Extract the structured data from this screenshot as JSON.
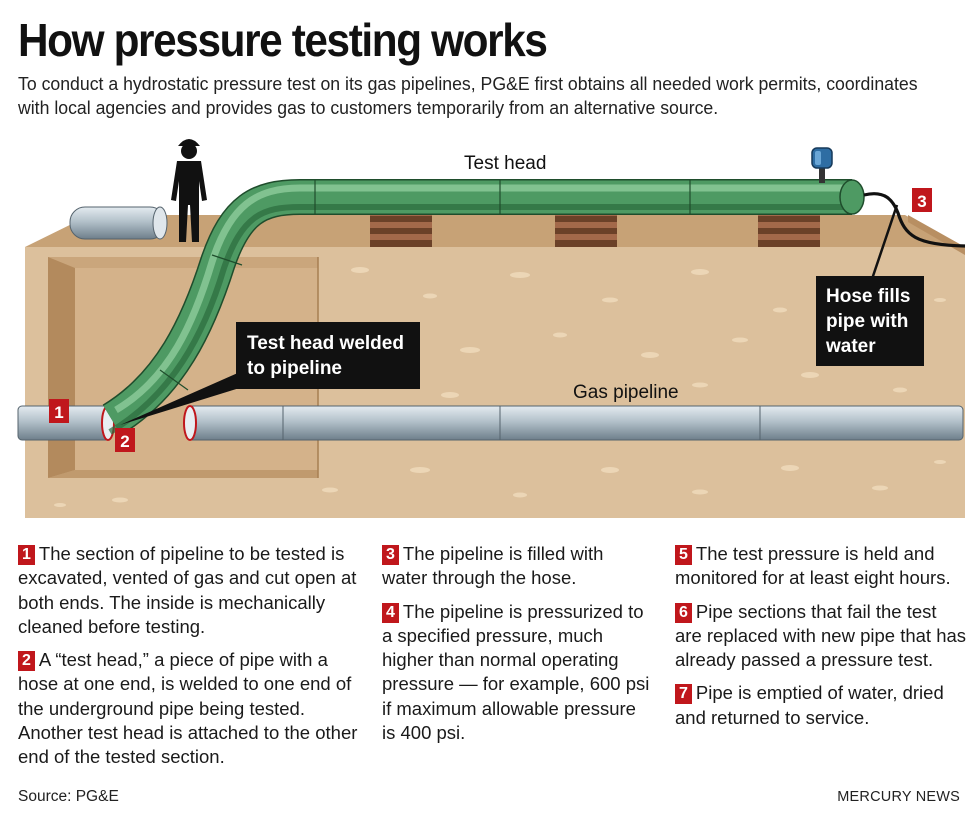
{
  "title": "How pressure testing works",
  "subtitle": "To conduct a hydrostatic pressure test on its gas pipelines, PG&E first obtains all needed work permits, coordinates with local agencies and provides gas to customers temporarily from an alternative source.",
  "diagram": {
    "labels": {
      "test_head": "Test head",
      "gas_pipeline": "Gas pipeline",
      "callout_weld_line1": "Test head welded",
      "callout_weld_line2": "to pipeline",
      "callout_hose_line1": "Hose fills",
      "callout_hose_line2": "pipe with",
      "callout_hose_line3": "water"
    },
    "markers": {
      "m1": "1",
      "m2": "2",
      "m3": "3"
    },
    "colors": {
      "accent_red": "#c0171c",
      "dirt": "#dcc09c",
      "pipe_green": "#4e9a63",
      "pipe_steel": "#a4b4bf"
    }
  },
  "steps": [
    {
      "num": "1",
      "text": "The section of pipeline to be tested is excavated, vented of gas and cut open at both ends. The inside is mechanically cleaned before testing."
    },
    {
      "num": "2",
      "text": "A “test head,” a piece of pipe with a hose at one end, is welded to one end of the underground pipe being tested. Another test head is attached to the other end of the tested section."
    },
    {
      "num": "3",
      "text": "The pipeline is filled with water through the hose."
    },
    {
      "num": "4",
      "text": "The pipeline is pressurized to a specified pressure, much higher than normal operating pressure — for example, 600 psi if maximum allowable pressure is 400 psi."
    },
    {
      "num": "5",
      "text": "The test pressure is held and monitored for at least eight hours."
    },
    {
      "num": "6",
      "text": "Pipe sections that fail the test are replaced with new pipe that has already passed a pressure test."
    },
    {
      "num": "7",
      "text": "Pipe is emptied of water, dried and returned to service."
    }
  ],
  "footer": {
    "source": "Source: PG&E",
    "credit": "MERCURY NEWS"
  }
}
